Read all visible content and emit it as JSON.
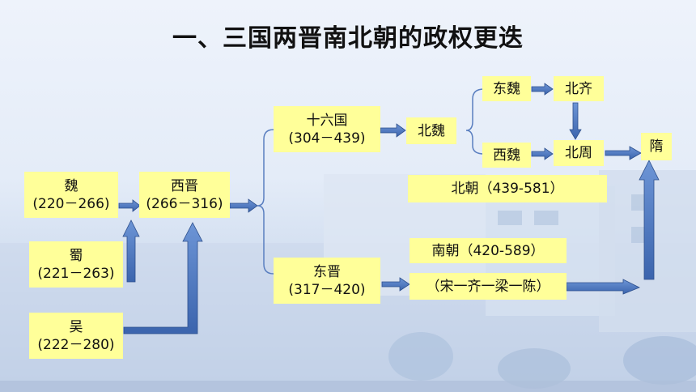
{
  "title": "一、三国两晋南北朝的政权更迭",
  "nodes": {
    "wei": {
      "name": "魏",
      "period": "(220－266)"
    },
    "shu": {
      "name": "蜀",
      "period": "(221－263)"
    },
    "wu": {
      "name": "吴",
      "period": "(222－280)"
    },
    "xijin": {
      "name": "西晋",
      "period": "(266－316)"
    },
    "shiliuguo": {
      "name": "十六国",
      "period": "(304－439)"
    },
    "dongjin": {
      "name": "东晋",
      "period": "(317－420)"
    },
    "beiwei": {
      "name": "北魏"
    },
    "dongwei": {
      "name": "东魏"
    },
    "xiwei": {
      "name": "西魏"
    },
    "beiqi": {
      "name": "北齐"
    },
    "beizhou": {
      "name": "北周"
    },
    "sui": {
      "name": "隋"
    },
    "beichao": {
      "label": "北朝（439-581）"
    },
    "nanchao": {
      "label": "南朝（420-589）"
    },
    "nanchao_dynasties": {
      "label": "（宋一齐一梁一陈）"
    }
  },
  "colors": {
    "box": "#ffff99",
    "arrow": "#4a78c0",
    "arrow_edge": "#2d4f8c",
    "connector": "#5a7fc0"
  }
}
